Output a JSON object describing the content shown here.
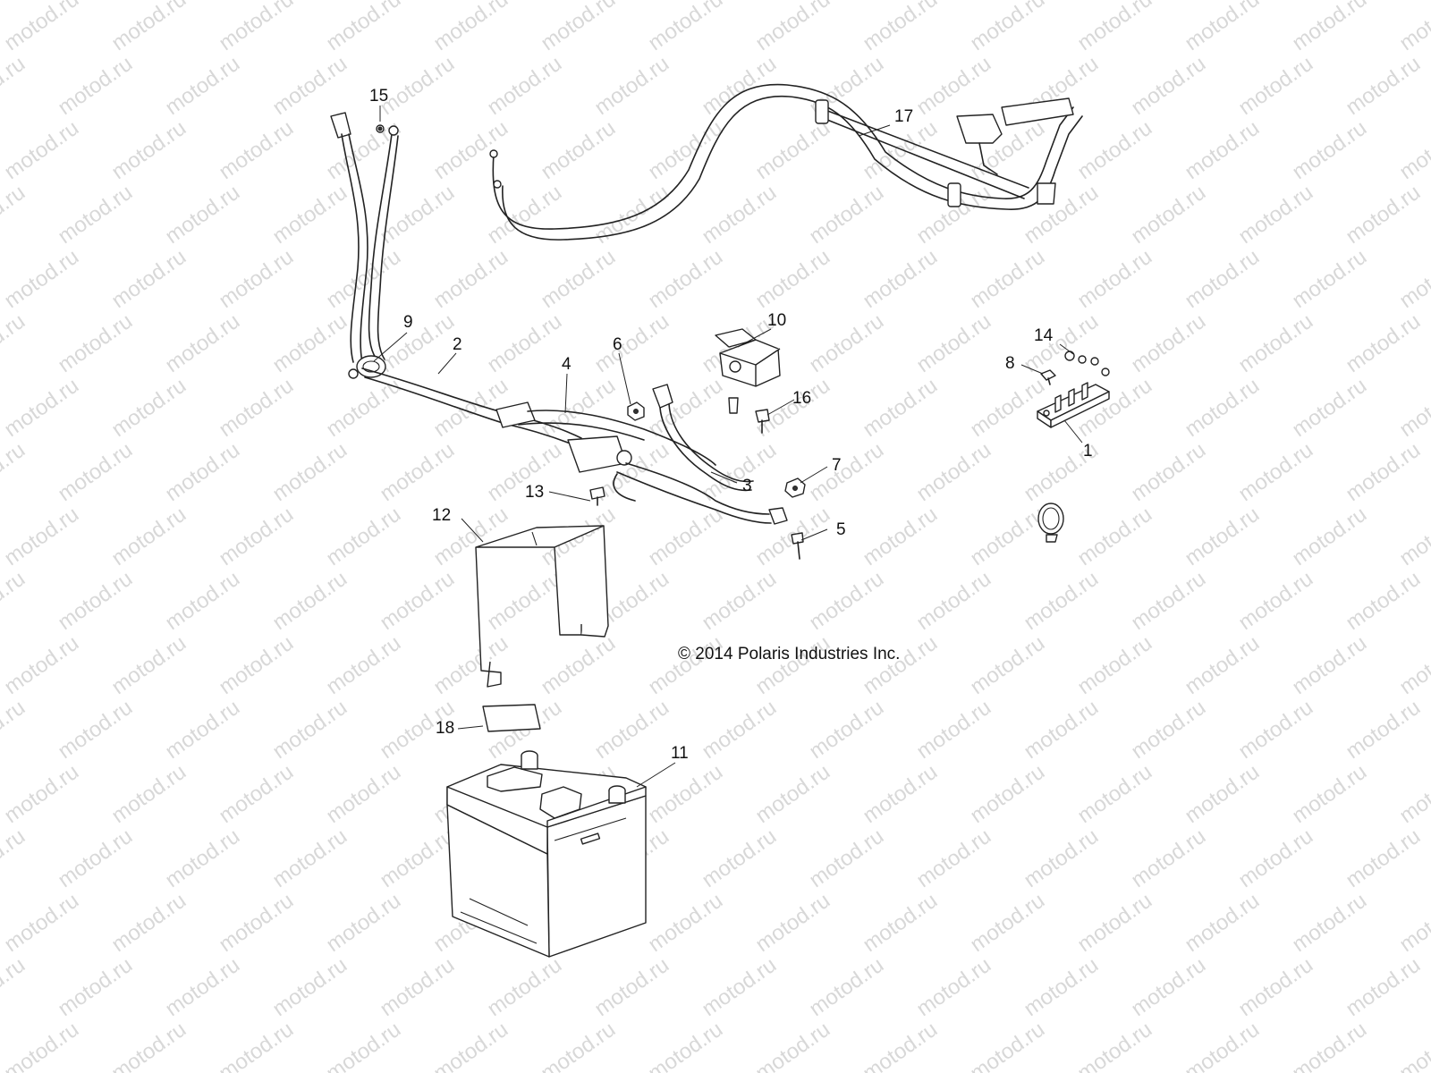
{
  "watermark": "motod.ru",
  "copyright": "© 2014 Polaris Industries Inc.",
  "callouts": {
    "c1": "1",
    "c2": "2",
    "c3": "3",
    "c4": "4",
    "c5": "5",
    "c6": "6",
    "c7": "7",
    "c8": "8",
    "c9": "9",
    "c10": "10",
    "c11": "11",
    "c12": "12",
    "c13": "13",
    "c14": "14",
    "c15": "15",
    "c16": "16",
    "c17": "17",
    "c18": "18"
  },
  "colors": {
    "line": "#222222",
    "watermark": "#d8d8d8",
    "background": "#ffffff"
  }
}
